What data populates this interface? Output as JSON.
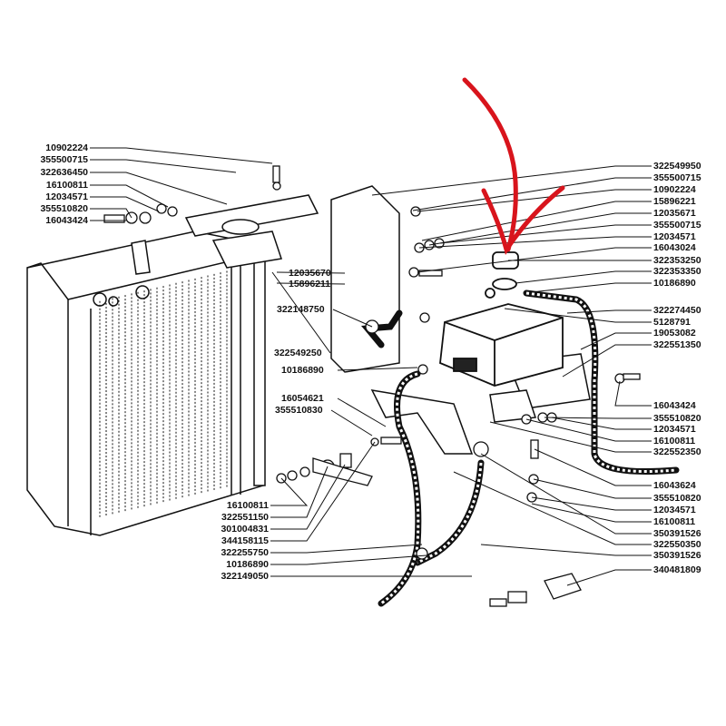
{
  "labels_left_top": [
    "10902224",
    "355500715",
    "322636450",
    "16100811",
    "12034571",
    "355510820",
    "16043424"
  ],
  "labels_center": [
    "12035670",
    "15896211",
    "322148750",
    "322549250",
    "10186890",
    "16054621",
    "355510830"
  ],
  "labels_left_bottom": [
    "16100811",
    "322551150",
    "301004831",
    "344158115",
    "322255750",
    "10186890",
    "322149050"
  ],
  "labels_right_top": [
    "322549950",
    "355500715",
    "10902224",
    "15896221",
    "12035671",
    "355500715",
    "12034571",
    "16043024",
    "322353250",
    "322353350",
    "10186890",
    "322274450",
    "5128791",
    "19053082",
    "322551350"
  ],
  "labels_right_bottom": [
    "16043424",
    "355510820",
    "12034571",
    "16100811",
    "322552350",
    "16043624",
    "355510820",
    "12034571",
    "16100811",
    "350391526",
    "322550350",
    "350391526",
    "340481809"
  ],
  "colors": {
    "arrow": "#d8141c",
    "ink": "#111111"
  }
}
